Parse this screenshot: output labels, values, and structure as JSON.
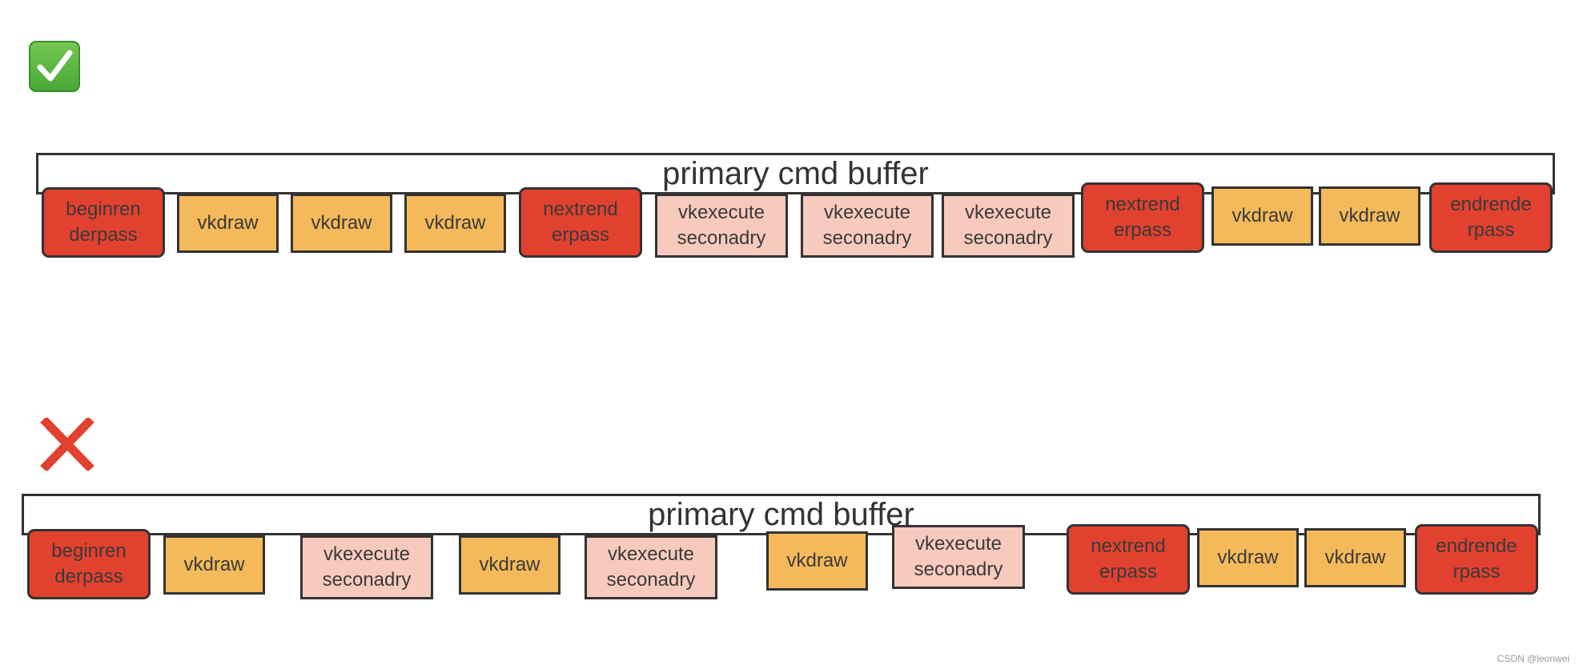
{
  "colors": {
    "red_block": "#e2412f",
    "orange_block": "#f4b95b",
    "pink_block": "#f7cabd",
    "outline": "#333333",
    "check_green": "#4aa836",
    "cross_red": "#e2412f"
  },
  "correct_example": {
    "icon": "check-mark-icon",
    "bar_label": "primary cmd buffer",
    "blocks": [
      {
        "text": "beginren\nderpass",
        "kind": "red"
      },
      {
        "text": "vkdraw",
        "kind": "orange"
      },
      {
        "text": "vkdraw",
        "kind": "orange"
      },
      {
        "text": "vkdraw",
        "kind": "orange"
      },
      {
        "text": "nextrend\nerpass",
        "kind": "red"
      },
      {
        "text": "vkexecute\nseconadry",
        "kind": "pink"
      },
      {
        "text": "vkexecute\nseconadry",
        "kind": "pink"
      },
      {
        "text": "vkexecute\nseconadry",
        "kind": "pink"
      },
      {
        "text": "nextrend\nerpass",
        "kind": "red"
      },
      {
        "text": "vkdraw",
        "kind": "orange"
      },
      {
        "text": "vkdraw",
        "kind": "orange"
      },
      {
        "text": "endrende\nrpass",
        "kind": "red"
      }
    ]
  },
  "incorrect_example": {
    "icon": "cross-mark-icon",
    "bar_label": "primary cmd buffer",
    "blocks": [
      {
        "text": "beginren\nderpass",
        "kind": "red"
      },
      {
        "text": "vkdraw",
        "kind": "orange"
      },
      {
        "text": "vkexecute\nseconadry",
        "kind": "pink"
      },
      {
        "text": "vkdraw",
        "kind": "orange"
      },
      {
        "text": "vkexecute\nseconadry",
        "kind": "pink"
      },
      {
        "text": "vkdraw",
        "kind": "orange"
      },
      {
        "text": "vkexecute\nseconadry",
        "kind": "pink"
      },
      {
        "text": "nextrend\nerpass",
        "kind": "red"
      },
      {
        "text": "vkdraw",
        "kind": "orange"
      },
      {
        "text": "vkdraw",
        "kind": "orange"
      },
      {
        "text": "endrende\nrpass",
        "kind": "red"
      }
    ]
  },
  "watermark": "CSDN @leonwei"
}
